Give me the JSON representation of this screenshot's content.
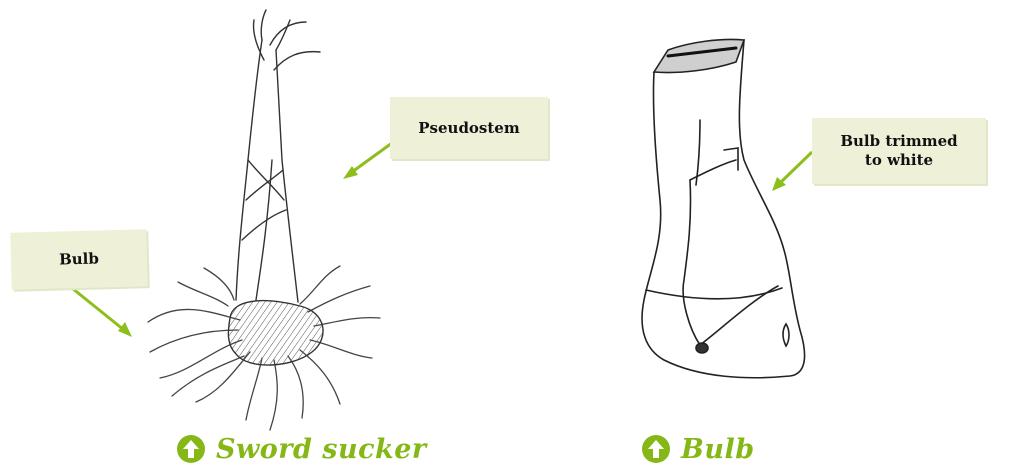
{
  "labels": {
    "pseudostem": "Pseudostem",
    "bulb_left": "Bulb",
    "bulb_trimmed": "Bulb trimmed to white"
  },
  "captions": {
    "left": "Sword sucker",
    "right": "Bulb"
  },
  "colors": {
    "accent_green": "#85b816",
    "label_background": "#eef0d8",
    "ink": "#222222"
  },
  "icons": {
    "caption_icon": "up-arrow-circle-icon"
  }
}
